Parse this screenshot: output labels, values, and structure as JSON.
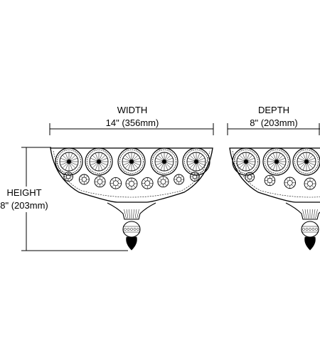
{
  "width": {
    "label": "WIDTH",
    "value": "14\" (356mm)"
  },
  "depth": {
    "label": "DEPTH",
    "value": "8\" (203mm)"
  },
  "height": {
    "label": "HEIGHT",
    "value": "8\" (203mm)"
  },
  "colors": {
    "line": "#000000",
    "background": "#ffffff"
  }
}
